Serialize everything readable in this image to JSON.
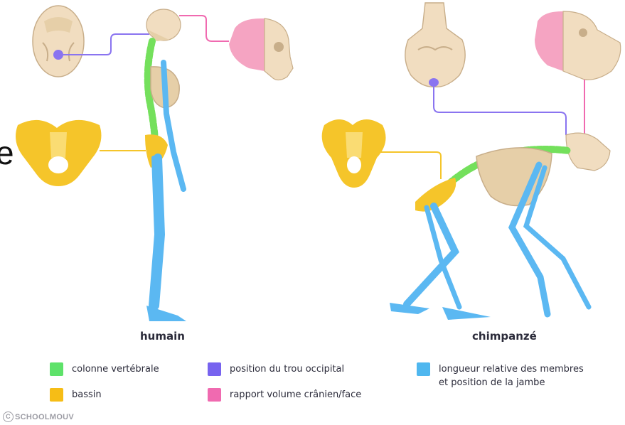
{
  "labels": {
    "human": "humain",
    "chimp": "chimpanzé",
    "cut_letter": "e"
  },
  "legend": [
    {
      "color": "#5ee26a",
      "text": "colonne vertébrale"
    },
    {
      "color": "#f6bd16",
      "text": "bassin"
    },
    {
      "color": "#7763ef",
      "text": "position du trou occipital"
    },
    {
      "color": "#f06ab0",
      "text": "rapport volume crânien/face"
    },
    {
      "color": "#4fb7ef",
      "lines": [
        "longueur relative des membres",
        "et position de la jambe"
      ]
    }
  ],
  "credit": {
    "symbol": "C",
    "text": "SCHOOLMOUV"
  },
  "colors": {
    "spine": "#74e05c",
    "pelvis": "#f5c52a",
    "occipital": "#8a74f0",
    "cranium": "#f5a4c2",
    "limbs": "#5bb8f2",
    "bone": "#f1ddc0",
    "bone_dark": "#c8ae8a"
  }
}
